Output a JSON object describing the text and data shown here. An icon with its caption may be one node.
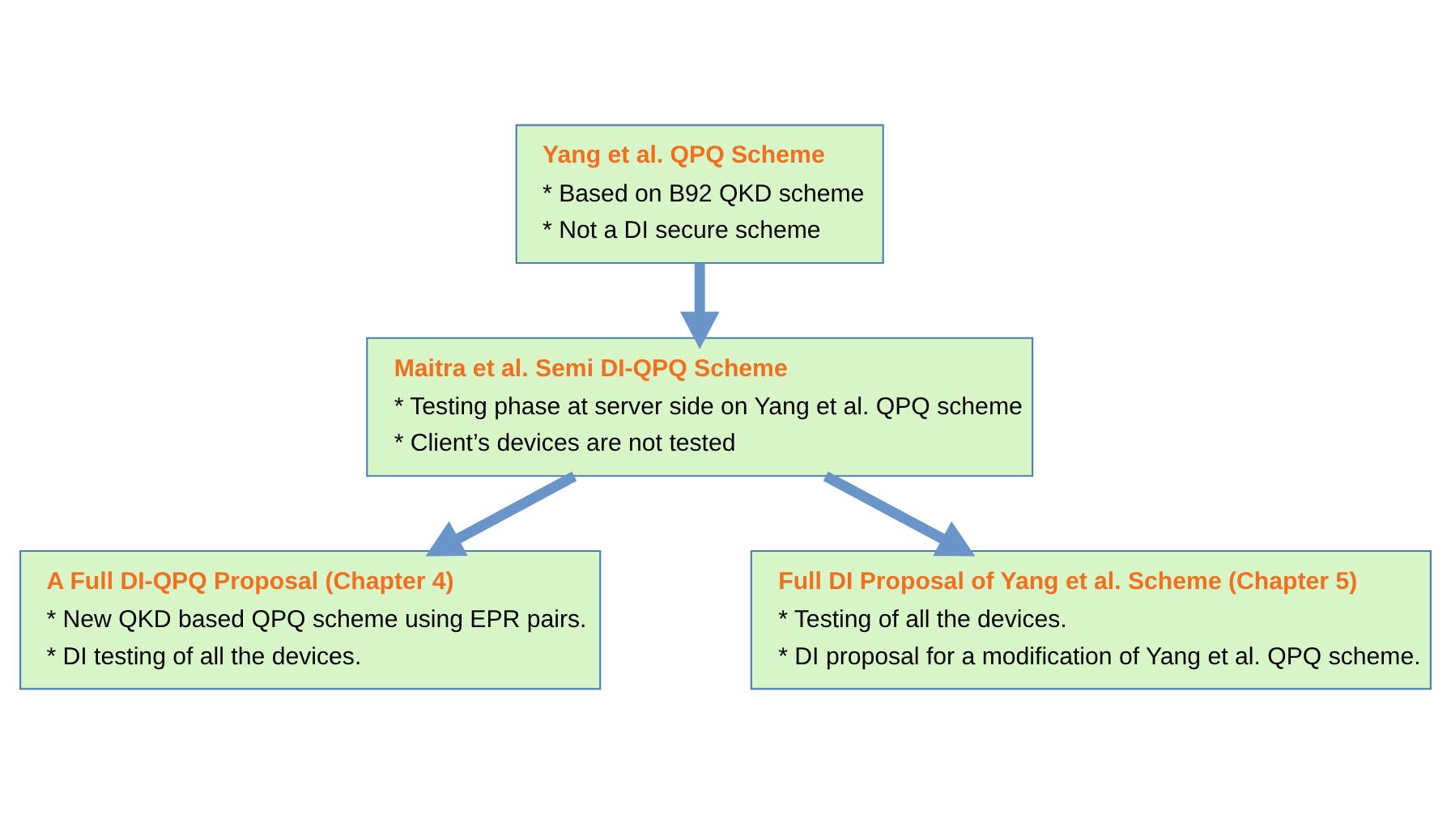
{
  "diagram": {
    "nodes": [
      {
        "text": [
          "Yang et al. QPQ Scheme",
          "* Based on B92 QKD scheme",
          "* Not a DI secure scheme"
        ]
      },
      {
        "text": [
          "Maitra et al. Semi DI-QPQ Scheme",
          "* Testing phase at server side on Yang et al. QPQ scheme",
          "* Client’s devices are not tested"
        ]
      },
      {
        "text": [
          "A Full DI-QPQ Proposal (Chapter 4)",
          "* New QKD based QPQ scheme using EPR pairs.",
          "* DI testing of all the devices."
        ]
      },
      {
        "text": [
          "Full DI Proposal of Yang et al. Scheme (Chapter 5)",
          "* Testing of all the devices.",
          "* DI proposal for a modification of Yang et al. QPQ scheme."
        ]
      }
    ],
    "edges": [
      {
        "from": 0,
        "to": 1,
        "arrow": "to"
      },
      {
        "from": 1,
        "to": 2,
        "arrow": "to"
      },
      {
        "from": 1,
        "to": 3,
        "arrow": "to"
      }
    ]
  }
}
